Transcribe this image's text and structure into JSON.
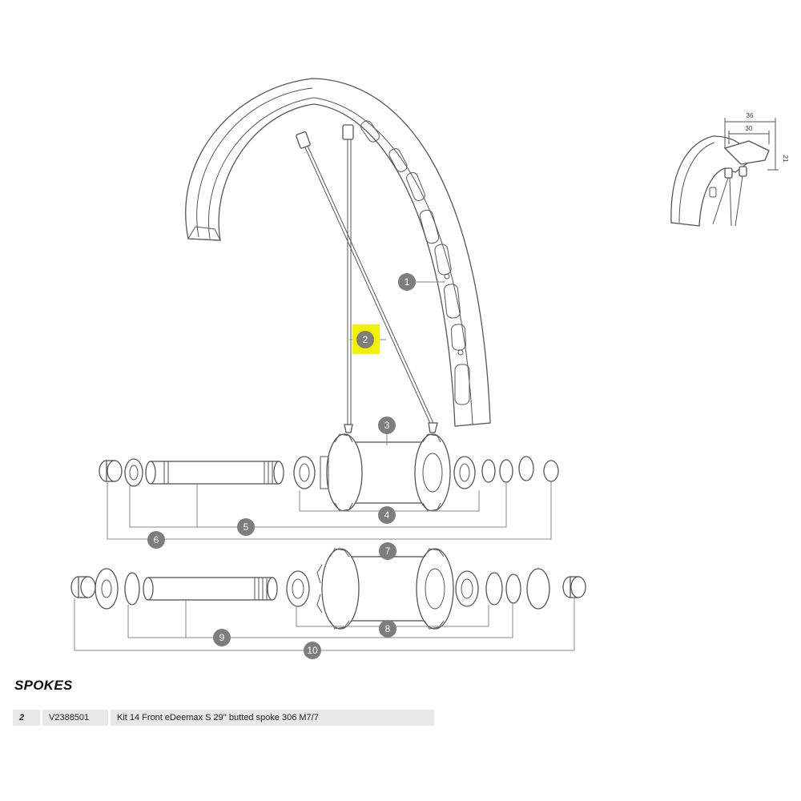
{
  "section": {
    "title": "SPOKES"
  },
  "parts": [
    {
      "number": "2",
      "reference": "V2388501",
      "description": "Kit 14 Front eDeemax S 29'' butted spoke 306 M7/7"
    }
  ],
  "callouts": [
    "1",
    "2",
    "3",
    "4",
    "5",
    "6",
    "7",
    "8",
    "9",
    "10"
  ],
  "profile_dimensions": {
    "outer_width": "36",
    "inner_width": "30",
    "height": "21"
  },
  "colors": {
    "callout_fill": "#7d7d7d",
    "highlight": "#f2f200",
    "line": "#555555",
    "table_bg": "#e8e8e8"
  }
}
